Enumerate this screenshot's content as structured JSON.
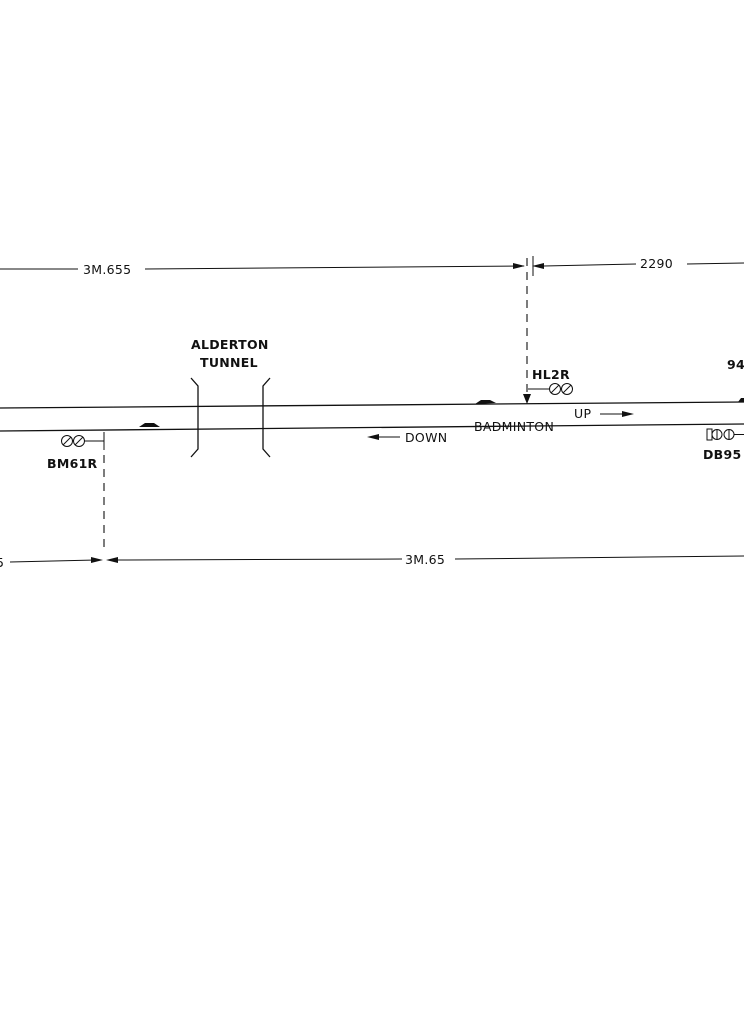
{
  "tunnel": {
    "name_line1": "ALDERTON",
    "name_line2": "TUNNEL"
  },
  "dimensions": {
    "top_left": "3M.655",
    "top_right": "2290",
    "bottom_center": "3M.65",
    "bottom_left_partial": "5"
  },
  "signals": {
    "hl2r": "HL2R",
    "bm61r": "BM61R",
    "db95": "DB95",
    "edge_partial": "94"
  },
  "directions": {
    "up": "UP",
    "down": "DOWN"
  },
  "location": {
    "name": "BADMINTON"
  }
}
